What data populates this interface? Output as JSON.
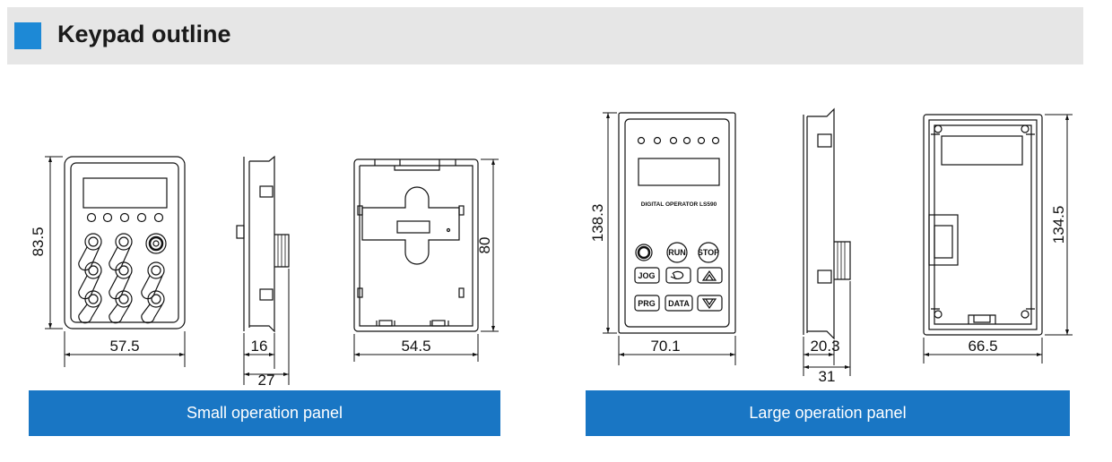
{
  "title": "Keypad outline",
  "colors": {
    "accent": "#1d89d6",
    "caption_bg": "#1976c4",
    "header_bg": "#e6e6e6"
  },
  "small_panel": {
    "caption": "Small operation panel",
    "dimensions": {
      "height": "83.5",
      "width": "57.5",
      "depth_front": "16",
      "depth_total": "27",
      "back_width": "54.5",
      "back_height": "80"
    }
  },
  "large_panel": {
    "caption": "Large operation panel",
    "dimensions": {
      "height": "138.3",
      "width": "70.1",
      "depth_front": "20.3",
      "depth_total": "31",
      "back_width": "66.5",
      "back_height": "134.5"
    },
    "operator_label": "DIGITAL OPERATOR LS590",
    "buttons": {
      "run": "RUN",
      "stop": "STOP",
      "jog": "JOG",
      "prg": "PRG",
      "data": "DATA"
    }
  }
}
